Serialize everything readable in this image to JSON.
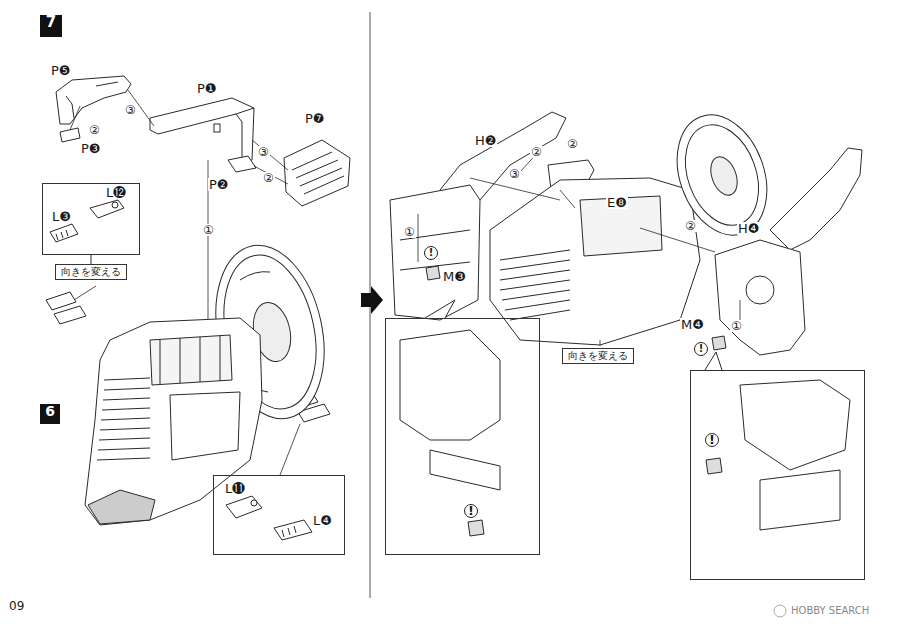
{
  "diagram": {
    "nodes": [
      {
        "text": [
          "7"
        ]
      },
      {
        "text": [
          "L❸",
          "L⓬"
        ]
      },
      {
        "text": [
          "向きを変える"
        ]
      },
      {
        "text": [
          "6"
        ]
      },
      {
        "text": [
          "L⓫",
          "L❹"
        ]
      },
      {
        "text": [
          "!"
        ]
      },
      {
        "text": [
          "向きを変える"
        ]
      },
      {
        "text": [
          "!"
        ]
      }
    ],
    "edges": [
      {
        "from": 2,
        "to": 1,
        "arrow": "none"
      }
    ],
    "labels": [
      "P❺",
      "③",
      "②",
      "P❸",
      "P❶",
      "③",
      "②",
      "P❷",
      "P❼",
      "①",
      "H❷",
      "②",
      "E❽",
      "②",
      "③",
      "②",
      "H❹",
      "①",
      "!",
      "M❸",
      "M❹",
      "①",
      "!",
      "09",
      "HOBBY SEARCH"
    ]
  }
}
